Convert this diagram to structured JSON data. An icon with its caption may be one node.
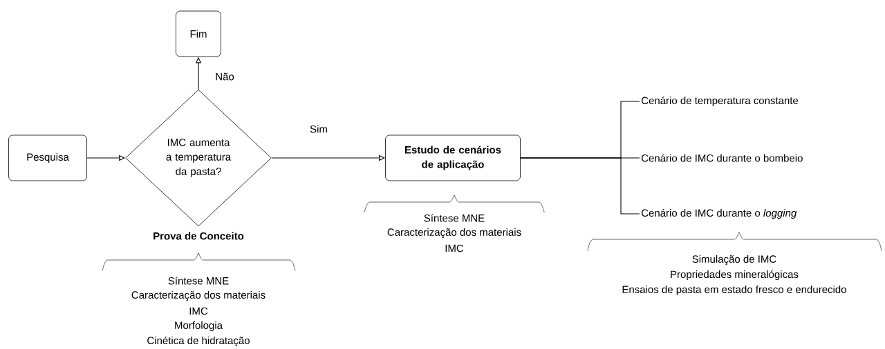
{
  "diagram": {
    "nodes": [
      {
        "text": [
          "Pesquisa"
        ]
      },
      {
        "text": [
          "Fim"
        ]
      },
      {
        "text": [
          "IMC aumenta a temperatura da pasta?"
        ],
        "beside": [
          "Prova de Conceito"
        ]
      },
      {
        "text": [
          "Estudo de cenários de aplicação"
        ]
      },
      {
        "text": [
          "Cenário de temperatura constante"
        ]
      },
      {
        "text": [
          "Cenário de IMC durante o bombeio"
        ]
      },
      {
        "text": [
          "Cenário de IMC durante o *logging*"
        ]
      }
    ],
    "edges": [
      {
        "from": 0,
        "to": 2,
        "arrow": "to"
      },
      {
        "from": 2,
        "to": 1,
        "arrow": "to",
        "label": "Não"
      },
      {
        "from": 2,
        "to": 3,
        "arrow": "to",
        "label": "Sim"
      },
      {
        "from": 3,
        "to": 4,
        "arrow": "none"
      },
      {
        "from": 3,
        "to": 5,
        "arrow": "none"
      },
      {
        "from": 3,
        "to": 6,
        "arrow": "none"
      }
    ],
    "labels": [
      "Síntese MNE",
      "Caracterização dos materiais",
      "IMC",
      "Morfologia",
      "Cinética de hidratação",
      "Síntese MNE",
      "Caracterização dos materiais",
      "IMC",
      "Simulação de IMC",
      "Propriedades mineralógicas",
      "Ensaios de pasta em estado fresco e endurecido"
    ]
  }
}
